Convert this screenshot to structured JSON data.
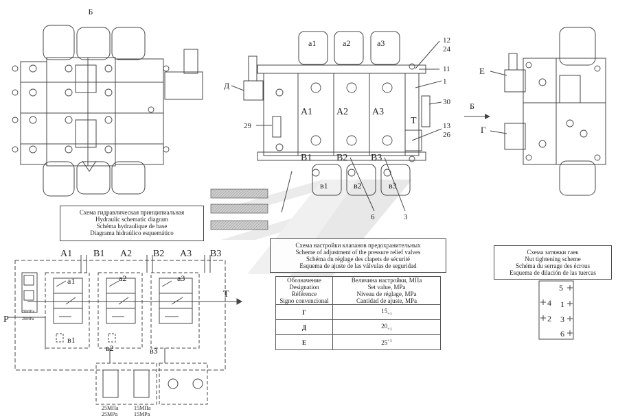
{
  "views": {
    "view_b_label": "Б",
    "front_ports_top": [
      "a1",
      "a2",
      "a3"
    ],
    "front_sections": [
      "A1",
      "A2",
      "A3"
    ],
    "front_b_ports": [
      "B1",
      "B2",
      "B3"
    ],
    "front_bottom_ports": [
      "в1",
      "в2",
      "в3"
    ],
    "front_t_label": "T",
    "front_d_label": "Д",
    "callouts": [
      "12",
      "24",
      "11",
      "1",
      "30",
      "13",
      "26",
      "29",
      "6",
      "3"
    ],
    "right_e_label": "E",
    "right_g_label": "Г",
    "arrow_b_label": "Б"
  },
  "captions": {
    "schematic": [
      "Схема гидравлическая принципиальная",
      "Hydraulic schematic diagram",
      "Schéma hydraulique de base",
      "Diagrama hidraúlico esquemático"
    ],
    "adjustment": [
      "Схема настройки клапанов предохранительных",
      "Scheme of adjustment of the pressure relief valves",
      "Schéma du réglage des clapets de sécurité",
      "Esquema de ajuste de las válvulas de seguridad"
    ],
    "tightening": [
      "Схема затяжки гаек",
      "Nut tightening scheme",
      "Schéma du serrage des écrous",
      "Esquema de dilación de las tuercas"
    ]
  },
  "settings_table": {
    "header_left": [
      "Обозначение",
      "Designation",
      "Référence",
      "Signo convencional"
    ],
    "header_right": [
      "Величина настройки, МПа",
      "Set value, MPa",
      "Niveau de réglage, MPa",
      "Cantidad de ajuste, MPa"
    ],
    "rows": [
      {
        "sign": "Г",
        "value": "15",
        "tol": "+1"
      },
      {
        "sign": "Д",
        "value": "20",
        "tol": "+1"
      },
      {
        "sign": "Е",
        "value": "25",
        "tol": "+1"
      }
    ]
  },
  "schematic": {
    "ports_top": [
      "A1",
      "B1",
      "A2",
      "B2",
      "A3",
      "B3"
    ],
    "port_t": "T",
    "port_p": "P",
    "spool_top": [
      "a1",
      "a2",
      "a3"
    ],
    "spool_bottom": [
      "в1",
      "в2",
      "в3"
    ],
    "relief_left": [
      "20МПа",
      "20MPa"
    ],
    "relief_bottom_1": [
      "25МПа",
      "25MPa"
    ],
    "relief_bottom_2": [
      "15МПа",
      "15MPa"
    ]
  },
  "nut_scheme": {
    "numbers": [
      "5",
      "4",
      "1",
      "2",
      "3",
      "6"
    ]
  }
}
